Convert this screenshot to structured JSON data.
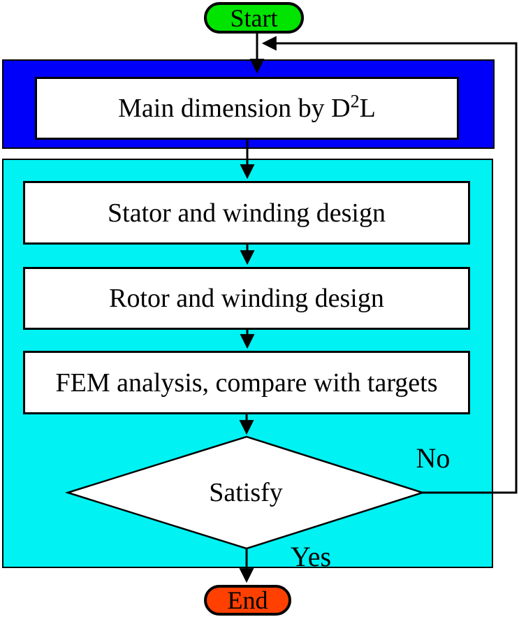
{
  "diagram": {
    "start": {
      "label": "Start",
      "fill": "#00e400"
    },
    "main_box": {
      "prefix": "Main dimension by D",
      "exponent": "2",
      "suffix": "L"
    },
    "process_boxes": [
      {
        "label": "Stator and winding design"
      },
      {
        "label": "Rotor and winding design"
      },
      {
        "label": "FEM analysis, compare with targets"
      }
    ],
    "decision": {
      "label": "Satisfy"
    },
    "branch_labels": {
      "no": "No",
      "yes": "Yes"
    },
    "end": {
      "label": "End",
      "fill": "#ff4000"
    },
    "colors": {
      "outer_band": "#0000fa",
      "inner_band": "#00f2f2",
      "node_fill": "#ffffff",
      "line": "#000000"
    }
  }
}
